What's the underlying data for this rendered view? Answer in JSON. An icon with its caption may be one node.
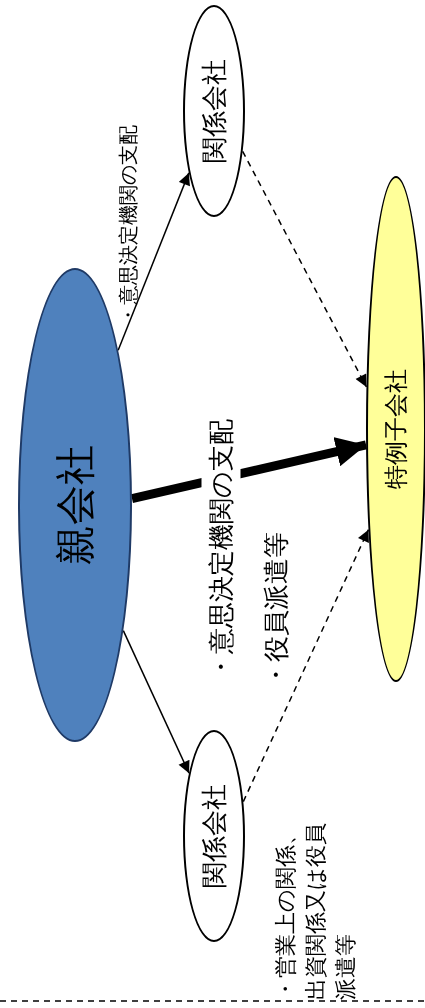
{
  "diagram": {
    "nodes": [
      {
        "text": [
          "親会社"
        ]
      },
      {
        "text": [
          "関係会社"
        ]
      },
      {
        "text": [
          "特例子会社"
        ]
      },
      {
        "text": [
          "関係会社"
        ]
      }
    ],
    "edges": [
      {
        "from": 0,
        "to": 1,
        "arrow": "to",
        "label": "・意思決定機関の支配"
      },
      {
        "from": 0,
        "to": 2,
        "arrow": "to",
        "style": "thick",
        "label": "・意思決定機関の支配"
      },
      {
        "from": 0,
        "to": 3,
        "arrow": "to"
      },
      {
        "from": 1,
        "to": 2,
        "arrow": "to",
        "style": "dashed"
      },
      {
        "from": 3,
        "to": 2,
        "arrow": "to",
        "style": "dashed",
        "label": "・営業上の関係、出資関係又は役員派遣等"
      }
    ],
    "labels": [
      "・役員派遣等"
    ]
  }
}
